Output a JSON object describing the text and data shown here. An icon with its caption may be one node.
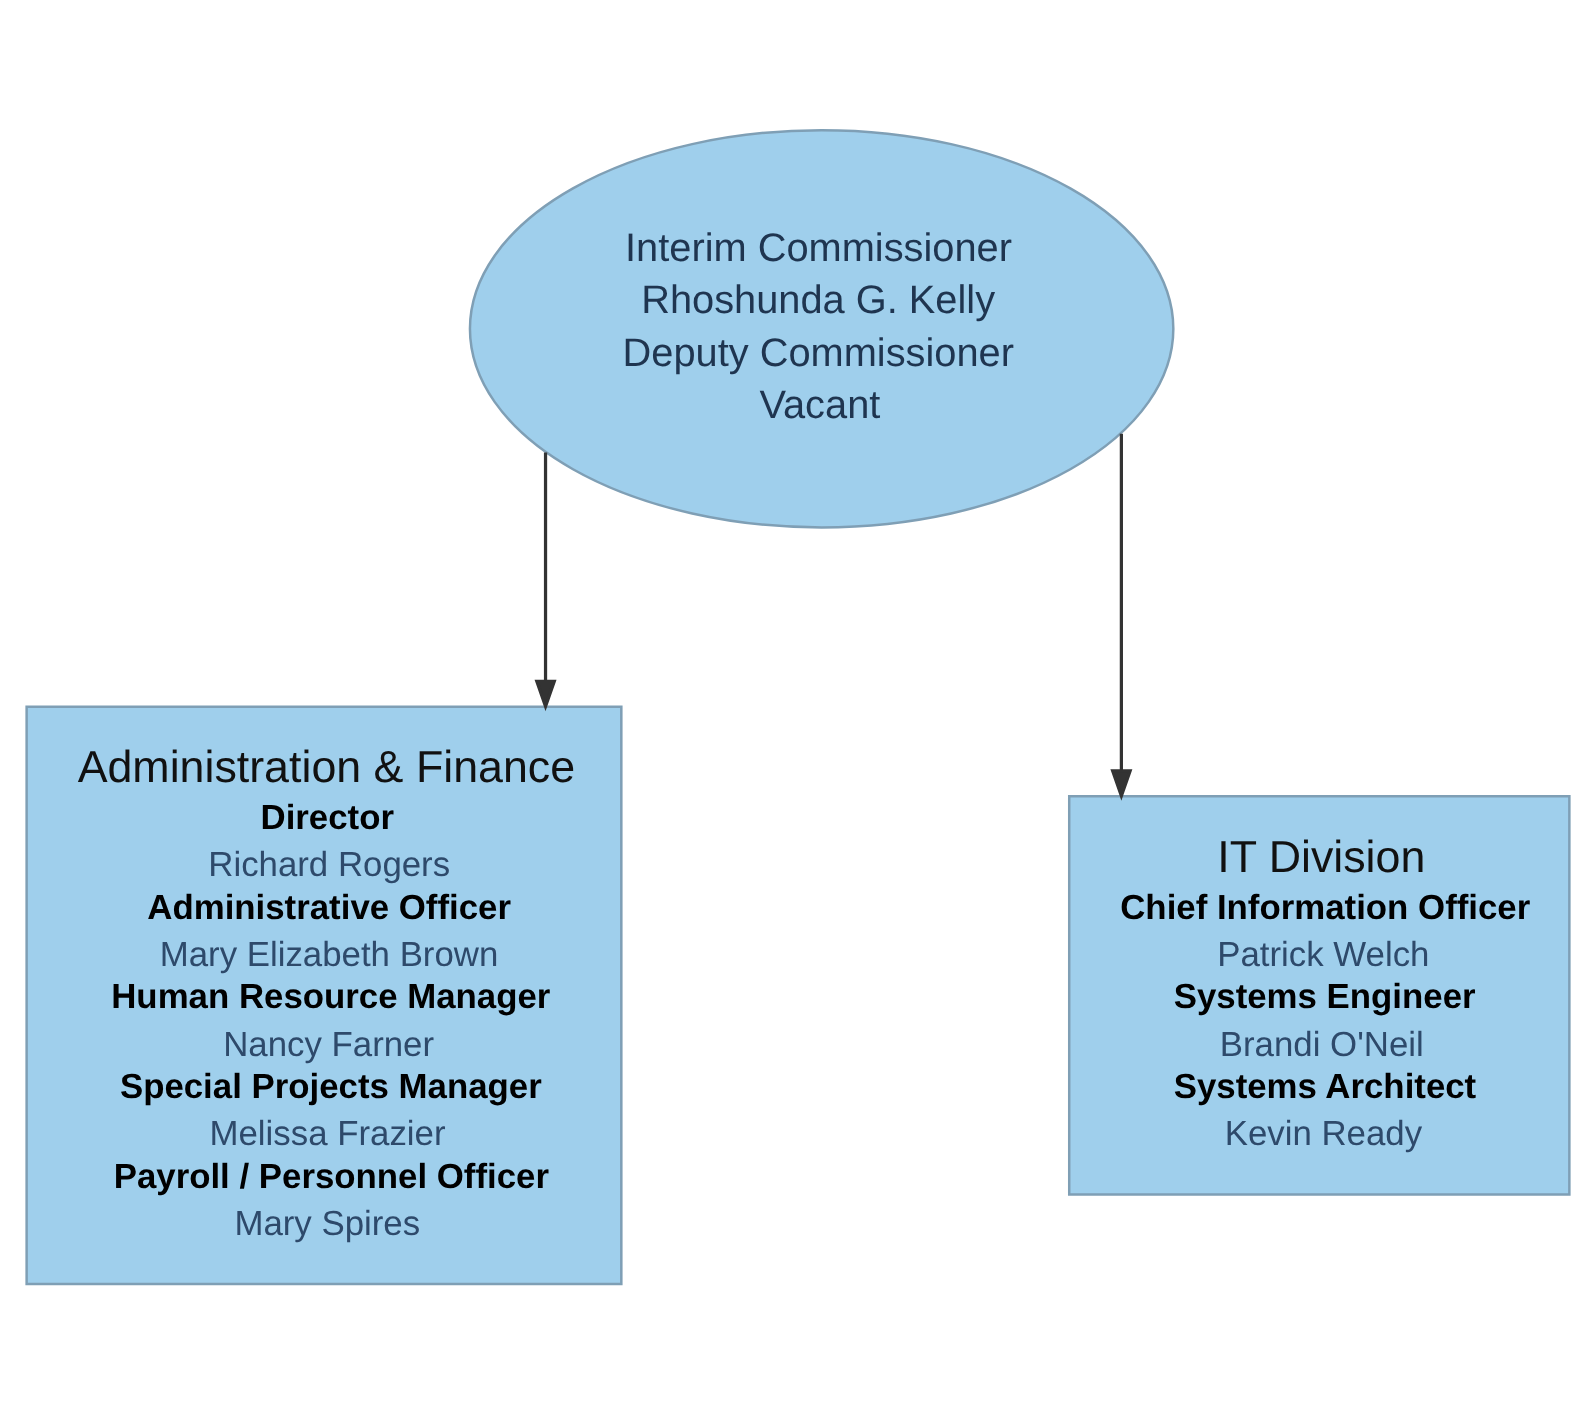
{
  "diagram": {
    "nodes": [
      {
        "text": [
          "Interim Commissioner",
          "Rhoshunda G. Kelly",
          "Deputy Commissioner",
          "Vacant"
        ]
      },
      {
        "text": [
          "Administration & Finance",
          "Director",
          "Richard Rogers",
          "Administrative Officer",
          "Mary Elizabeth Brown",
          "Human Resource Manager",
          "Nancy Farner",
          "Special Projects Manager",
          "Melissa Frazier",
          "Payroll / Personnel Officer",
          "Mary Spires"
        ]
      },
      {
        "text": [
          "IT Division",
          "Chief Information Officer",
          "Patrick Welch",
          "Systems Engineer",
          "Brandi O'Neil",
          "Systems Architect",
          "Kevin Ready"
        ]
      }
    ],
    "edges": [
      {
        "from": 0,
        "to": 1,
        "arrow": "to"
      },
      {
        "from": 0,
        "to": 2,
        "arrow": "to"
      }
    ]
  }
}
